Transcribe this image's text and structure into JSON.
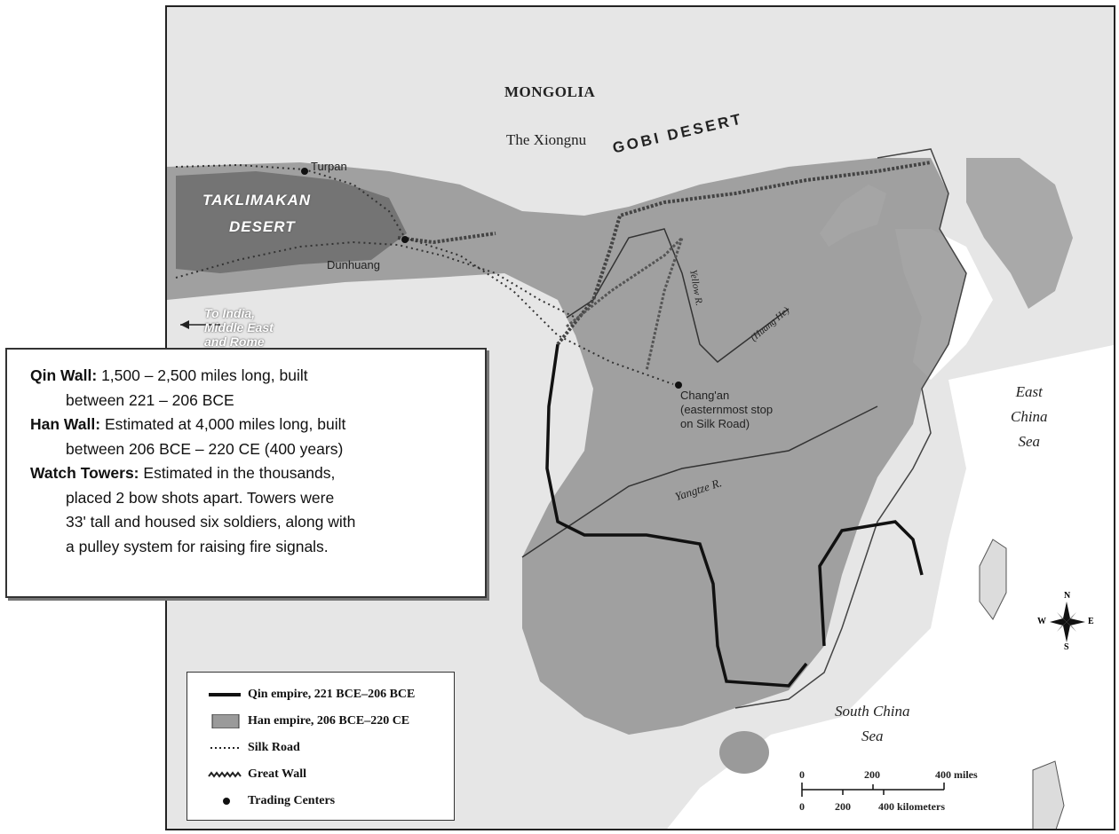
{
  "map": {
    "regions": {
      "mongolia": "MONGOLIA",
      "xiongnu": "The Xiongnu",
      "gobi": "GOBI DESERT",
      "taklimakan_1": "TAKLIMAKAN",
      "taklimakan_2": "DESERT"
    },
    "cities": {
      "turpan": "Turpan",
      "dunhuang": "Dunhuang",
      "changan_1": "Chang'an",
      "changan_2": "(easternmost stop",
      "changan_3": "on Silk Road)"
    },
    "route_note": [
      "To India,",
      "Middle East",
      "and Rome"
    ],
    "rivers": {
      "yellow": "Yellow R.",
      "huang": "(Huang He)",
      "yangtze": "Yangtze R."
    },
    "seas": {
      "east_china": [
        "East",
        "China",
        "Sea"
      ],
      "south_china": [
        "South China",
        "Sea"
      ]
    }
  },
  "info_box": {
    "items": [
      {
        "label": "Qin Wall:",
        "line1": "1,500 – 2,500 miles long, built",
        "line2": "between 221 – 206 BCE"
      },
      {
        "label": "Han Wall:",
        "line1": "Estimated at 4,000 miles long, built",
        "line2": "between 206 BCE – 220 CE (400 years)"
      },
      {
        "label": "Watch Towers:",
        "line1": "Estimated in the thousands,",
        "line2": "placed 2 bow shots apart. Towers were",
        "line3": "33' tall and housed six soldiers, along with",
        "line4": "a pulley system for raising fire signals."
      }
    ]
  },
  "legend": {
    "items": [
      {
        "icon": "solid-line-icon",
        "label": "Qin empire, 221 BCE–206 BCE"
      },
      {
        "icon": "shaded-area-icon",
        "label": "Han empire, 206 BCE–220 CE"
      },
      {
        "icon": "dotted-line-icon",
        "label": "Silk Road"
      },
      {
        "icon": "crenellated-line-icon",
        "label": "Great Wall"
      },
      {
        "icon": "dot-icon",
        "label": "Trading Centers"
      }
    ]
  },
  "scale": {
    "miles": [
      "0",
      "200",
      "400 miles"
    ],
    "kilometers": [
      "0",
      "200",
      "400 kilometers"
    ]
  },
  "compass": {
    "n": "N",
    "s": "S",
    "e": "E",
    "w": "W"
  },
  "colors": {
    "han_shade": "#8f8f8f",
    "land": "#e6e6e6",
    "sea": "#ffffff",
    "border": "#222222"
  }
}
